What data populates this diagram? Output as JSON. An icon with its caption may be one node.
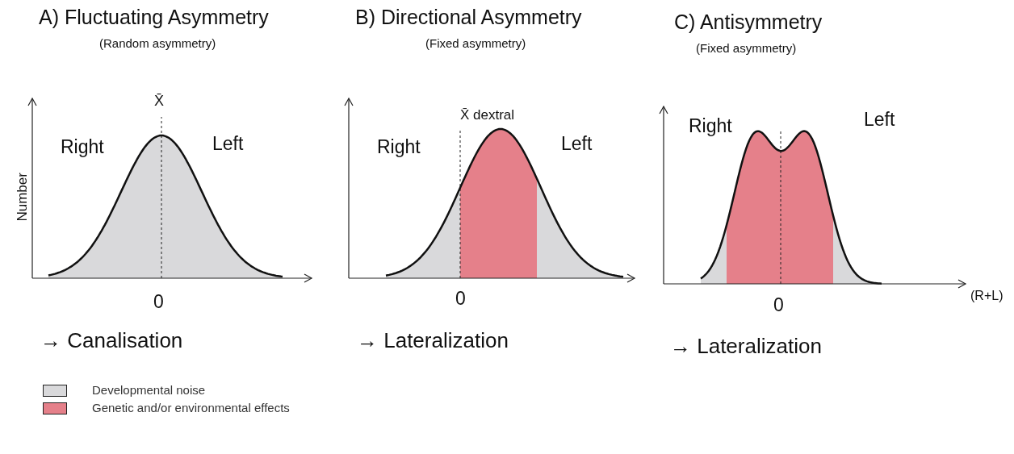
{
  "diagram": {
    "labels": [
      "A) Fluctuating Asymmetry",
      "(Random asymmetry)",
      "B) Directional Asymmetry",
      "(Fixed asymmetry)",
      "C) Antisymmetry",
      "(Fixed asymmetry)",
      "X̄",
      "X̄ dextral",
      "Right",
      "Left",
      "Right",
      "Left",
      "Right",
      "Left",
      "Number",
      "0",
      "0",
      "(R+L)",
      "0",
      "→ Canalisation",
      "→ Lateralization",
      "→ Lateralization"
    ],
    "legend": [
      {
        "text": "Developmental noise",
        "color": "#d9d9db"
      },
      {
        "text": "Genetic and/or environmental effects",
        "color": "#e5808a"
      }
    ]
  }
}
